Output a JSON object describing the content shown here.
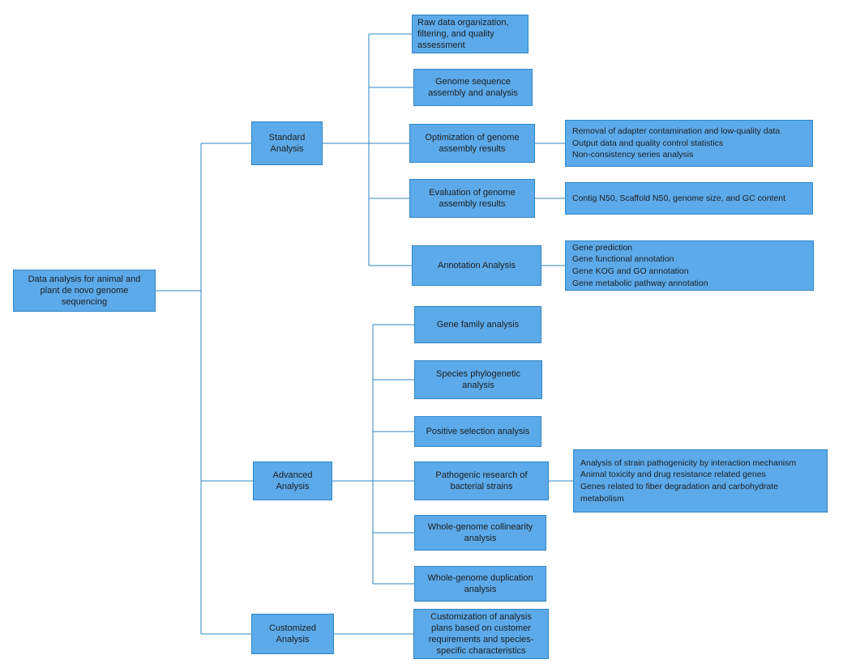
{
  "colors": {
    "node-fill": "#5caaea",
    "node-border": "#2e86c5",
    "line": "#2e86c5",
    "text": "#1e1e1e",
    "background": "#ffffff"
  },
  "diagram": {
    "root": {
      "label": "Data analysis for animal and\nplant de novo genome\nsequencing"
    },
    "standard": {
      "label": "Standard\nAnalysis",
      "children": [
        {
          "label": "Raw data organization,\nfiltering, and quality\nassessment"
        },
        {
          "label": "Genome sequence\nassembly and analysis"
        },
        {
          "label": "Optimization of genome\nassembly results",
          "detail": "Removal of adapter contamination and low-quality data\nOutput data and quality control statistics\nNon-consistency series analysis"
        },
        {
          "label": "Evaluation of genome\nassembly results",
          "detail": "Contig N50, Scaffold N50, genome size, and GC content"
        },
        {
          "label": "Annotation Analysis",
          "detail": "Gene prediction\nGene functional annotation\nGene KOG and GO annotation\nGene metabolic pathway annotation"
        }
      ]
    },
    "advanced": {
      "label": "Advanced\nAnalysis",
      "children": [
        {
          "label": "Gene family analysis"
        },
        {
          "label": "Species phylogenetic\nanalysis"
        },
        {
          "label": "Positive selection analysis"
        },
        {
          "label": "Pathogenic research of\nbacterial strains",
          "detail": "Analysis of strain pathogenicity by interaction mechanism\nAnimal toxicity and drug resistance related genes\nGenes related to fiber degradation and carbohydrate metabolism"
        },
        {
          "label": "Whole-genome collinearity\nanalysis"
        },
        {
          "label": "Whole-genome duplication\nanalysis"
        }
      ]
    },
    "customized": {
      "label": "Customized\nAnalysis",
      "children": [
        {
          "label": "Customization of analysis\nplans based on customer\nrequirements and species-\nspecific characteristics"
        }
      ]
    }
  }
}
